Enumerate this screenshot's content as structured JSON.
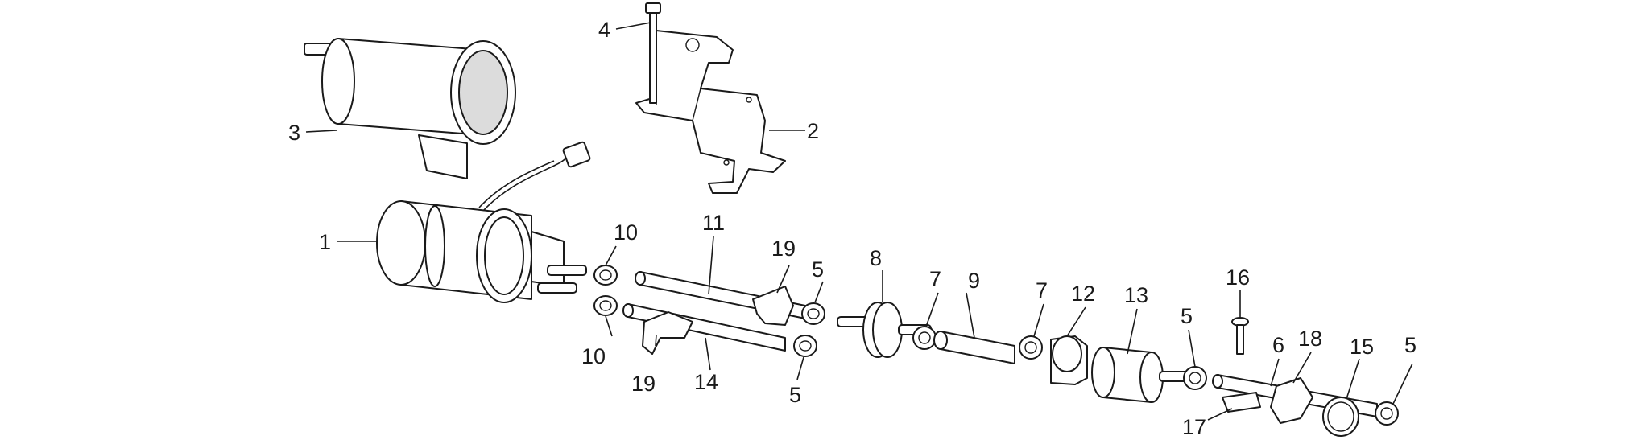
{
  "callouts": {
    "c1": "1",
    "c2": "2",
    "c3": "3",
    "c4": "4",
    "c5a": "5",
    "c5b": "5",
    "c5c": "5",
    "c5d": "5",
    "c6": "6",
    "c7a": "7",
    "c7b": "7",
    "c8": "8",
    "c9": "9",
    "c10a": "10",
    "c10b": "10",
    "c11": "11",
    "c12": "12",
    "c13": "13",
    "c14": "14",
    "c15": "15",
    "c16": "16",
    "c17": "17",
    "c18": "18",
    "c19a": "19",
    "c19b": "19"
  }
}
